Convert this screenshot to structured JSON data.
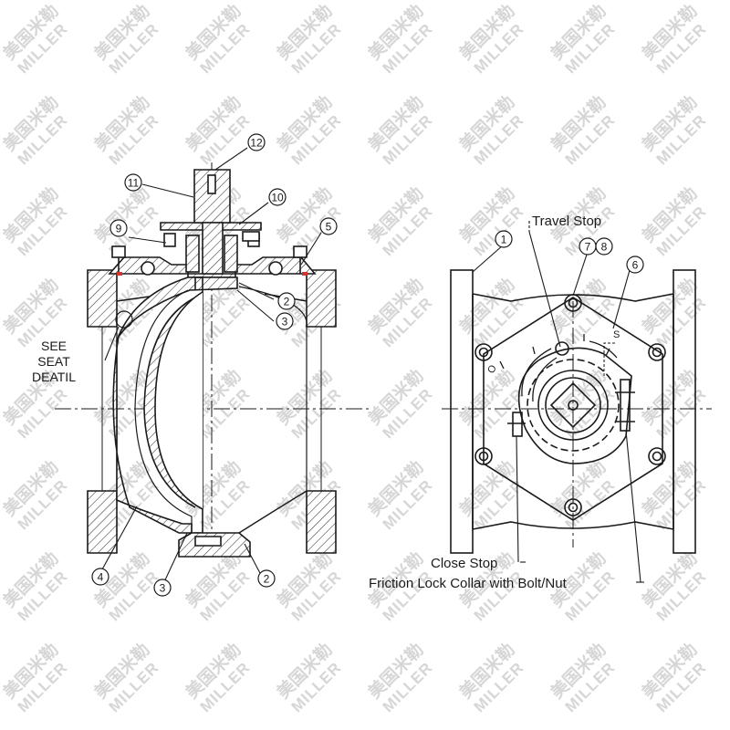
{
  "watermark": {
    "cn": "美国米勒",
    "en": "MILLER"
  },
  "left_view": {
    "callouts": [
      "12",
      "11",
      "10",
      "9",
      "5",
      "2",
      "3",
      "4",
      "3",
      "2"
    ],
    "note_lines": [
      "SEE",
      "SEAT",
      "DEATIL"
    ]
  },
  "right_view": {
    "callouts": [
      "1",
      "7",
      "8",
      "6"
    ],
    "travel_stop": "Travel Stop",
    "close_stop": "Close Stop",
    "friction_lock": "Friction Lock Collar with Bolt/Nut",
    "mark_s": "S",
    "mark_o": "O"
  },
  "colors": {
    "line": "#1a1a1a",
    "hatch": "#333333",
    "accent": "#d0352e",
    "watermark": "#d6d6d6"
  }
}
